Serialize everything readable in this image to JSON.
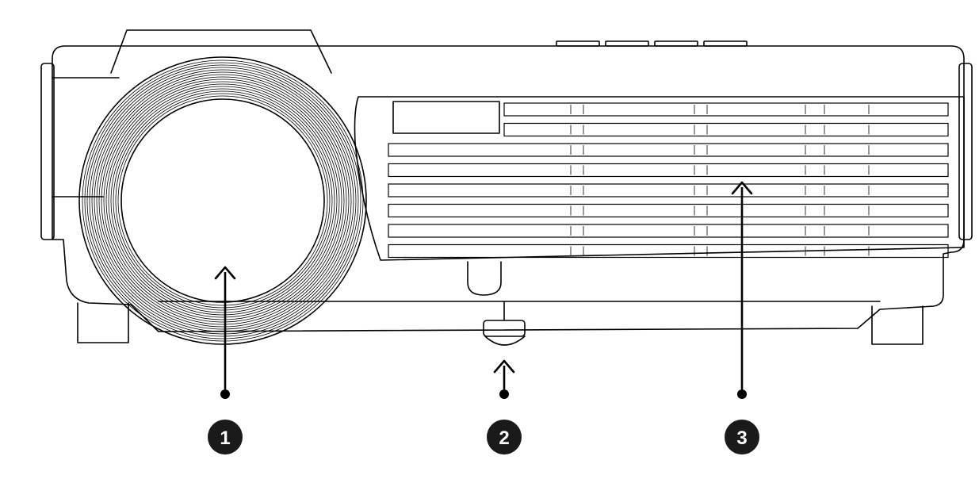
{
  "figure": {
    "subject": "projector-front-view",
    "colors": {
      "line": "#000000",
      "background": "#ffffff",
      "badge_fill": "#1a1a1a",
      "badge_text": "#ffffff"
    },
    "callouts": [
      {
        "id": "lens",
        "number": "1"
      },
      {
        "id": "height-adjuster-foot",
        "number": "2"
      },
      {
        "id": "ventilation-grille",
        "number": "3"
      }
    ]
  }
}
